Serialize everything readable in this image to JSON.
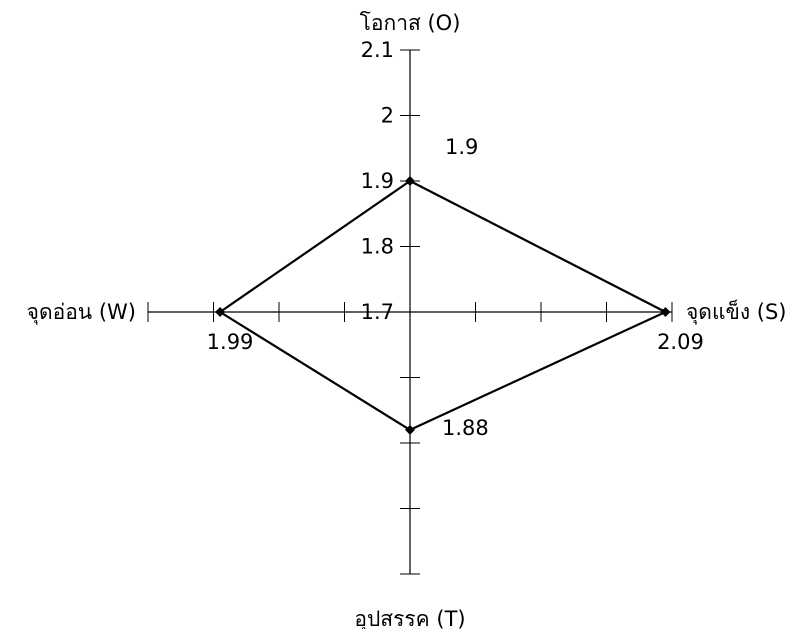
{
  "chart_data": {
    "type": "radar",
    "title": "",
    "axes": [
      {
        "key": "O",
        "label": "โอกาส (O)",
        "direction": "up",
        "value": 1.9
      },
      {
        "key": "S",
        "label": "จุดแข็ง (S)",
        "direction": "right",
        "value": 2.09
      },
      {
        "key": "T",
        "label": "อุปสรรค (T)",
        "direction": "down",
        "value": 1.88
      },
      {
        "key": "W",
        "label": "จุดอ่อน (W)",
        "direction": "left",
        "value": 1.99
      }
    ],
    "range": [
      1.7,
      2.1
    ],
    "tick_step": 0.1,
    "tick_labels": [
      "1.7",
      "1.8",
      "1.9",
      "2",
      "2.1"
    ],
    "data_labels": [
      "1.9",
      "2.09",
      "1.88",
      "1.99"
    ],
    "series": [
      {
        "values": [
          1.9,
          2.09,
          1.88,
          1.99
        ]
      }
    ],
    "grid": false,
    "legend": "none"
  }
}
